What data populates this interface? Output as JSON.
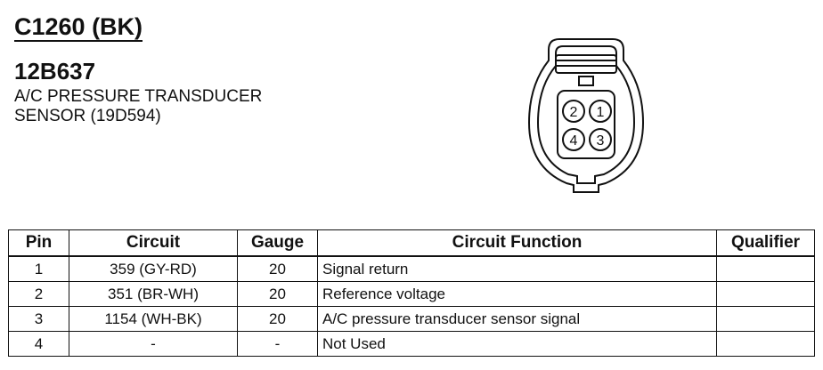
{
  "connector": {
    "id": "C1260 (BK)",
    "part_number": "12B637",
    "description_line1": "A/C PRESSURE TRANSDUCER",
    "description_line2": "SENSOR (19D594)",
    "pin_labels": [
      "①",
      "②",
      "③",
      "④"
    ]
  },
  "table": {
    "headers": [
      "Pin",
      "Circuit",
      "Gauge",
      "Circuit Function",
      "Qualifier"
    ],
    "rows": [
      {
        "pin": "1",
        "circuit": "359 (GY-RD)",
        "gauge": "20",
        "function": "Signal return",
        "qualifier": ""
      },
      {
        "pin": "2",
        "circuit": "351 (BR-WH)",
        "gauge": "20",
        "function": "Reference voltage",
        "qualifier": ""
      },
      {
        "pin": "3",
        "circuit": "1154 (WH-BK)",
        "gauge": "20",
        "function": "A/C pressure transducer sensor signal",
        "qualifier": ""
      },
      {
        "pin": "4",
        "circuit": "-",
        "gauge": "-",
        "function": "Not Used",
        "qualifier": ""
      }
    ]
  }
}
